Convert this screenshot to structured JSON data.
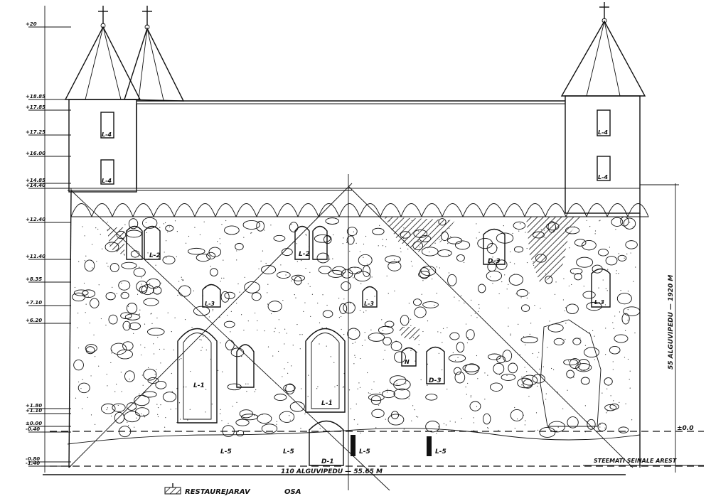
{
  "drawing": {
    "elevation_levels": [
      "+20",
      "+18.85",
      "+17.85",
      "+17.25",
      "+16.00",
      "+14.85",
      "+14.40",
      "+12.40",
      "+11.40",
      "+8.35",
      "+7.10",
      "+6.20",
      "+1.80",
      "+1.10",
      "±0.00",
      "-0.40",
      "-0.80",
      "-1.40"
    ],
    "window_labels": {
      "l1a": "L-1",
      "l1b": "L-1",
      "d1": "D-1",
      "l2a": "L-2",
      "l2b": "L-2",
      "d3a": "D-3",
      "d3b": "D-3",
      "l3a": "L-3",
      "l3b": "L-3",
      "l3c": "L-3",
      "l4a": "L-4",
      "l4b": "L-4",
      "l4c": "L-4",
      "l4d": "L-4",
      "n": "N",
      "l5a": "L-5",
      "l5b": "L-5",
      "l5c": "L-5",
      "l5d": "L-5"
    },
    "right_level": "±0.0",
    "right_dimension": "55 ALGUVIPEDU — 1920 M",
    "bottom_dimension": "110 ALGUVIPEDU — 55.65 M",
    "ground_note": "STEEMATI SEINALE AREST",
    "legend_label": "RESTAUREJARAV",
    "legend_suffix": "OSA"
  },
  "colors": {
    "ink": "#111111",
    "paper": "#ffffff"
  }
}
